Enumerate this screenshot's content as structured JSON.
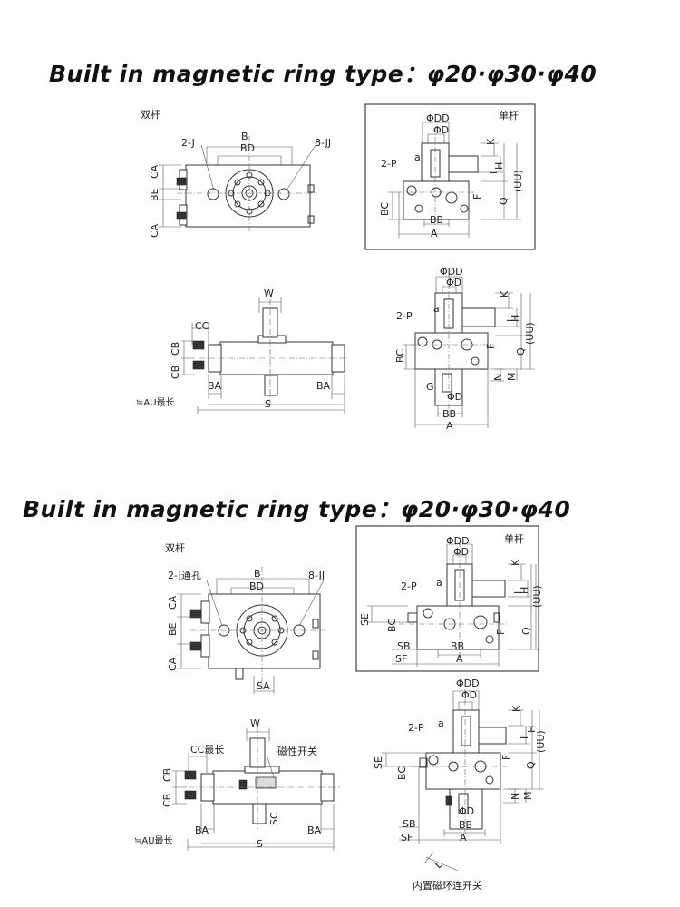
{
  "titles": {
    "top": "Built in magnetic ring type：φ20·φ30·φ40",
    "bottom": "Built in magnetic ring type：φ20·φ30·φ40"
  },
  "top_section": {
    "double_rod_label": "双杆",
    "single_rod_label": "单杆",
    "front_view": {
      "labels": [
        "2-J",
        "B",
        "BD",
        "8-JJ",
        "CA",
        "BE",
        "CA"
      ]
    },
    "side_view": {
      "labels": [
        "W",
        "CC",
        "CB",
        "CB",
        "BA",
        "BA",
        "S",
        "≒AU最长"
      ]
    },
    "single_view": {
      "labels": [
        "ΦDD",
        "ΦD",
        "K",
        "a",
        "2-P",
        "I",
        "H",
        "(UU)",
        "F",
        "Q",
        "BC",
        "BB",
        "A"
      ]
    },
    "double_end_view": {
      "labels": [
        "ΦDD",
        "ΦD",
        "K",
        "a",
        "2-P",
        "I",
        "H",
        "(UU)",
        "F",
        "Q",
        "BC",
        "G",
        "ΦD",
        "N",
        "M",
        "BB",
        "A"
      ]
    }
  },
  "bottom_section": {
    "double_rod_label": "双杆",
    "single_rod_label": "单杆",
    "front_view": {
      "labels": [
        "2-J通孔",
        "B",
        "BD",
        "8-JJ",
        "CA",
        "BE",
        "CA",
        "SA"
      ]
    },
    "side_view": {
      "labels": [
        "W",
        "CC最长",
        "磁性开关",
        "CB",
        "CB",
        "BA",
        "BA",
        "SC",
        "S",
        "≒AU最长"
      ]
    },
    "single_view": {
      "labels": [
        "ΦDD",
        "ΦD",
        "K",
        "a",
        "2-P",
        "I",
        "H",
        "(UU)",
        "SE",
        "BC",
        "F",
        "Q",
        "SB",
        "BB",
        "SF",
        "A"
      ]
    },
    "double_end_view": {
      "labels": [
        "ΦDD",
        "ΦD",
        "K",
        "a",
        "2-P",
        "I",
        "H",
        "(UU)",
        "SE",
        "F",
        "Q",
        "BC",
        "N",
        "M",
        "ΦD",
        "SB",
        "BB",
        "SF",
        "A",
        "L"
      ]
    },
    "footnote": "内置磁环连开关"
  }
}
